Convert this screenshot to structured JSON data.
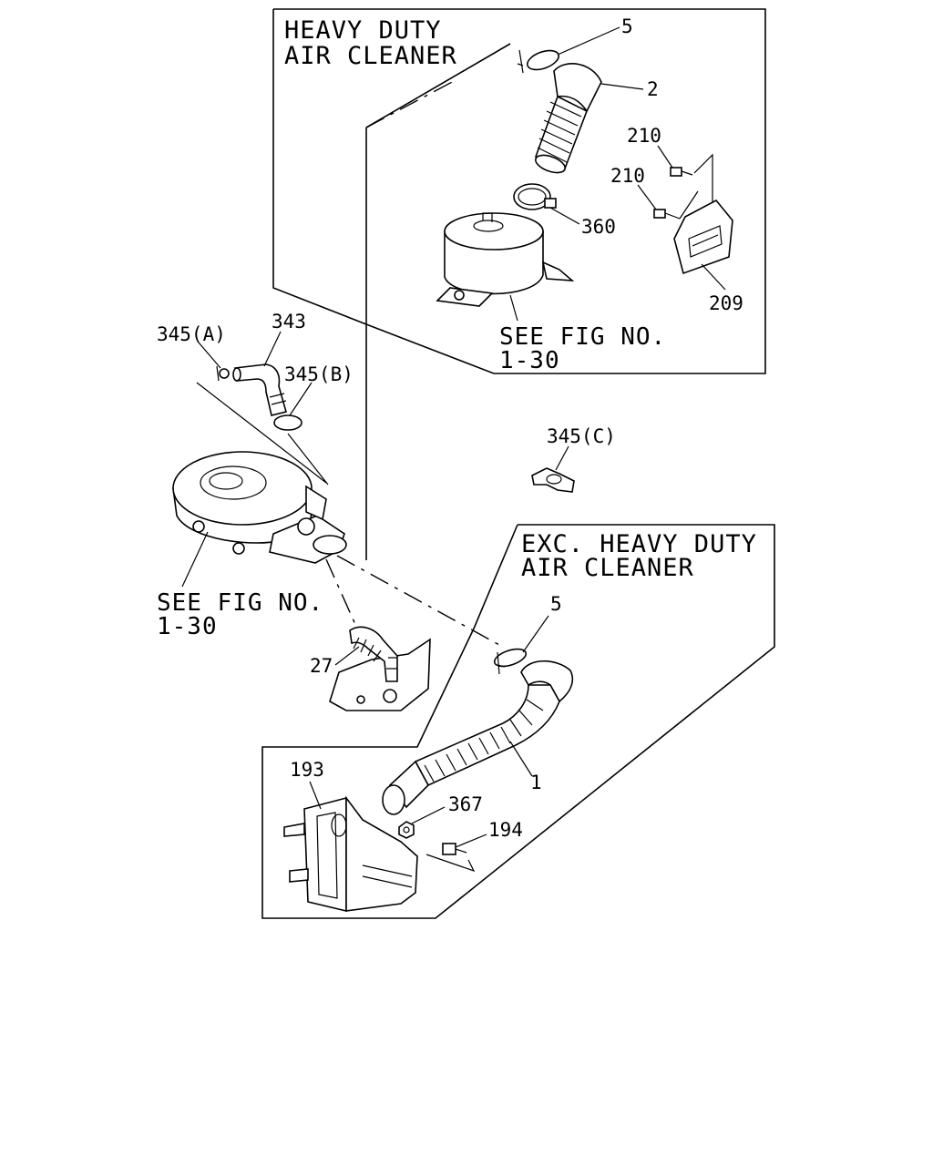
{
  "frames": {
    "heavy_duty": {
      "title_line1": "HEAVY DUTY",
      "title_line2": "AIR CLEANER"
    },
    "exc_heavy_duty": {
      "title_line1": "EXC. HEAVY DUTY",
      "title_line2": "AIR CLEANER"
    }
  },
  "references": {
    "top": {
      "line1": "SEE FIG NO.",
      "line2": "1-30"
    },
    "left": {
      "line1": "SEE FIG NO.",
      "line2": "1-30"
    }
  },
  "callouts": {
    "c5_top": "5",
    "c2": "2",
    "c210_a": "210",
    "c210_b": "210",
    "c360": "360",
    "c209": "209",
    "c345a": "345(A)",
    "c343": "343",
    "c345b": "345(B)",
    "c345c": "345(C)",
    "c5_bottom": "5",
    "c27": "27",
    "c193": "193",
    "c367": "367",
    "c194": "194",
    "c1": "1"
  }
}
